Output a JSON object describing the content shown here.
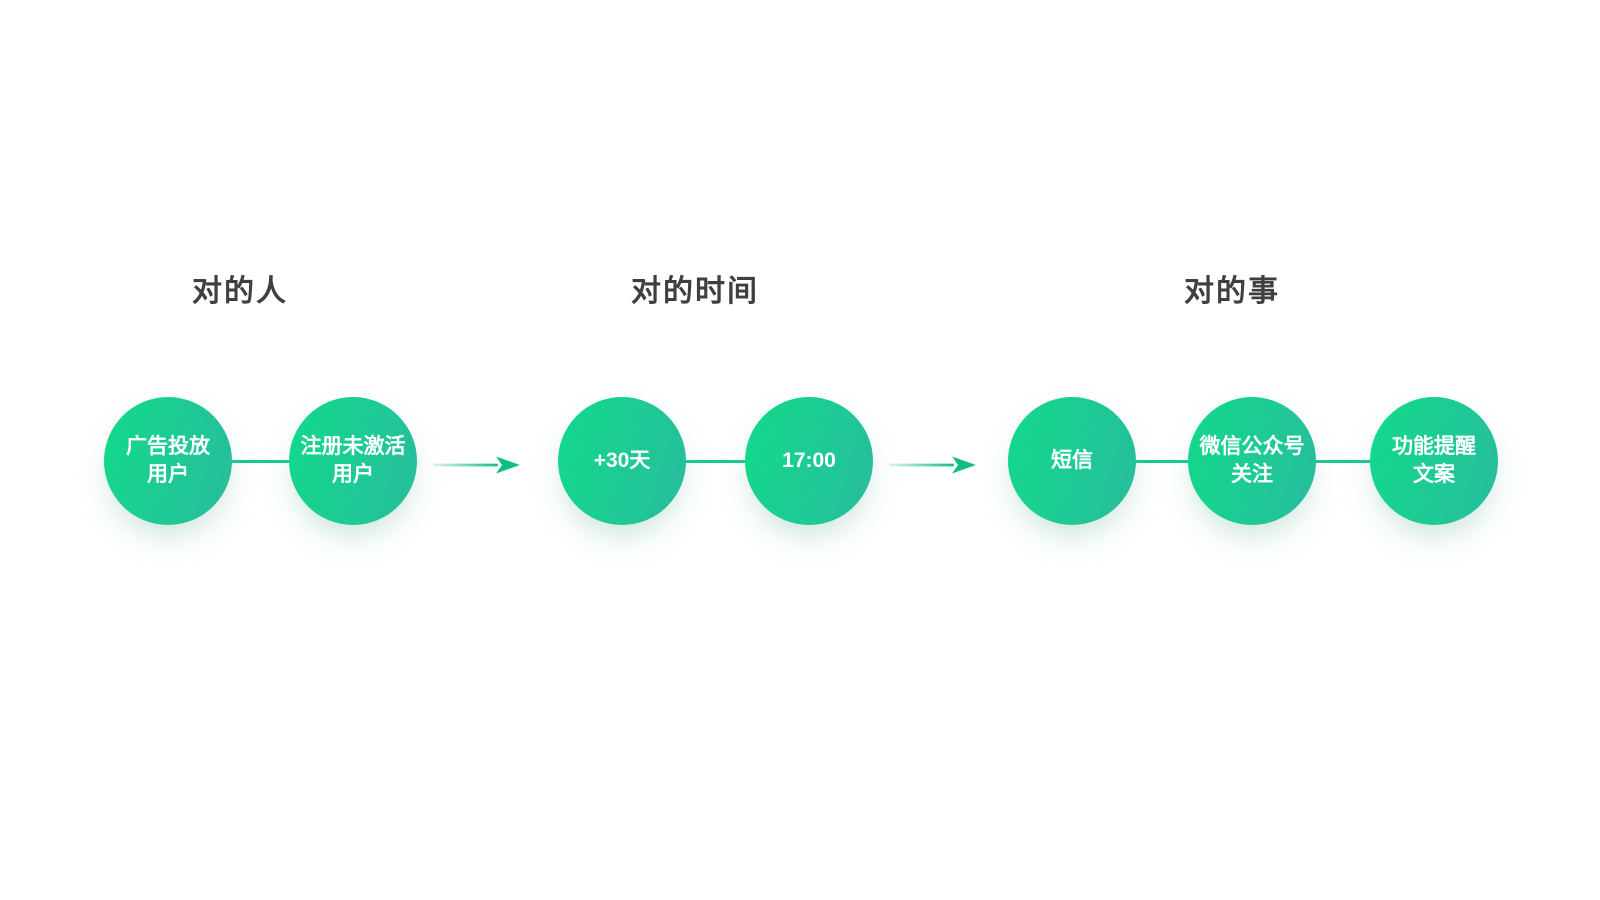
{
  "page": {
    "background_color": "#ffffff"
  },
  "colors": {
    "node_gradient_start": "#12da8a",
    "node_gradient_end": "#28bc9e",
    "connector_line": "#18c795",
    "arrow_green": "#10bd85",
    "arrow_tail_fade": "#d9f5e9",
    "title_text": "#3f3f3f",
    "node_text": "#ffffff"
  },
  "diagram": {
    "groups": [
      {
        "title": "对的人",
        "nodes": [
          {
            "label": "广告投放\n用户"
          },
          {
            "label": "注册未激活\n用户"
          }
        ]
      },
      {
        "title": "对的时间",
        "nodes": [
          {
            "label": "+30天"
          },
          {
            "label": "17:00"
          }
        ]
      },
      {
        "title": "对的事",
        "nodes": [
          {
            "label": "短信"
          },
          {
            "label": "微信公众号\n关注"
          },
          {
            "label": "功能提醒\n文案"
          }
        ]
      }
    ],
    "arrows": [
      {
        "name": "arrow-right-1",
        "direction": "right"
      },
      {
        "name": "arrow-right-2",
        "direction": "right"
      }
    ]
  }
}
